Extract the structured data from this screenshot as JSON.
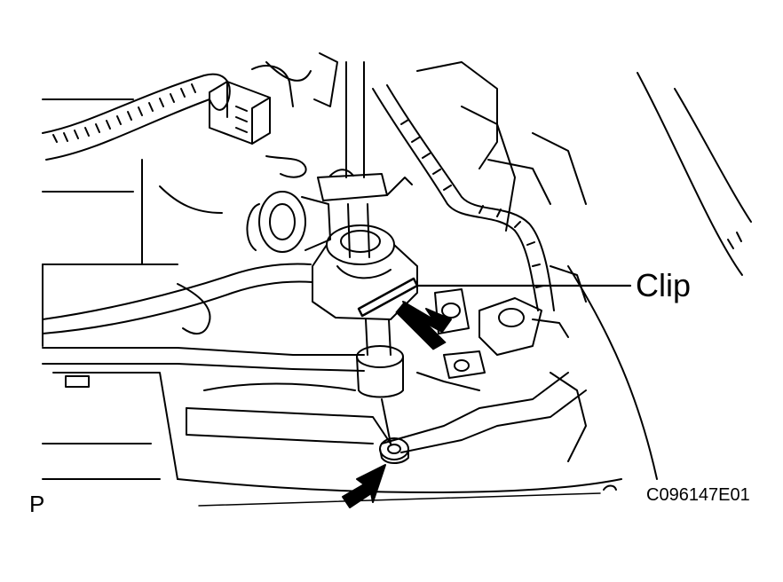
{
  "labels": {
    "callout": "Clip",
    "view_letter": "P",
    "figure_code": "C096147E01"
  },
  "colors": {
    "ink": "#000000",
    "paper": "#ffffff"
  }
}
